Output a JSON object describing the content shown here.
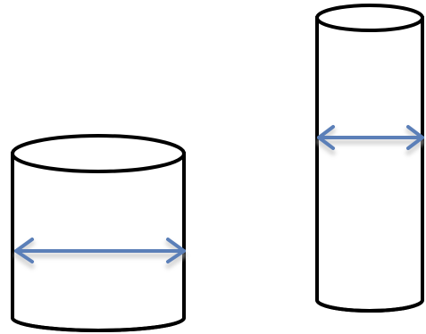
{
  "figure": {
    "shapes": [
      {
        "name": "short-wide-cylinder",
        "shape": "cylinder",
        "measure": "width-arrow"
      },
      {
        "name": "tall-narrow-cylinder",
        "shape": "cylinder",
        "measure": "width-arrow"
      }
    ],
    "colors": {
      "outline": "#000000",
      "arrow": "#5b7fb8",
      "fill": "#ffffff"
    }
  }
}
